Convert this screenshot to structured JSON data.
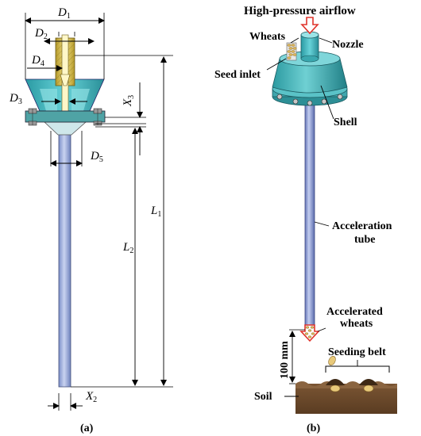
{
  "panel_a": {
    "caption": "(a)",
    "dims": {
      "d1": "D",
      "d1_sub": "1",
      "d2": "D",
      "d2_sub": "2",
      "d3": "D",
      "d3_sub": "3",
      "d4": "D",
      "d4_sub": "4",
      "d5": "D",
      "d5_sub": "5",
      "x2": "X",
      "x2_sub": "2",
      "x3": "X",
      "x3_sub": "3",
      "l1": "L",
      "l1_sub": "1",
      "l2": "L",
      "l2_sub": "2"
    }
  },
  "panel_b": {
    "caption": "(b)",
    "labels": {
      "airflow": "High-pressure airflow",
      "wheats": "Wheats",
      "nozzle": "Nozzle",
      "seed_inlet": "Seed inlet",
      "shell": "Shell",
      "accel_tube_1": "Acceleration",
      "accel_tube_2": "tube",
      "accel_wheats_1": "Accelerated",
      "accel_wheats_2": "wheats",
      "distance": "100 mm",
      "seeding_belt": "Seeding belt",
      "soil": "Soil"
    }
  },
  "colors": {
    "tube": "#9fb0dd",
    "brass": "#e2c85a",
    "shell_cyan": "#3fbcc4",
    "flange": "#5aa9a8",
    "arrow_red": "#e0332b",
    "soil": "#6b4a2b"
  }
}
